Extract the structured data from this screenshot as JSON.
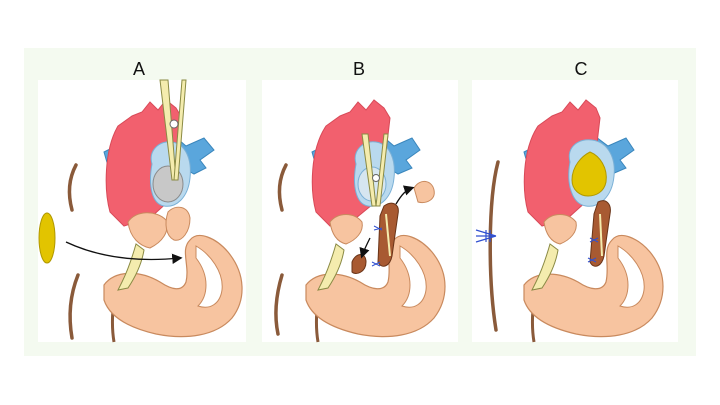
{
  "panels": [
    {
      "label": "A"
    },
    {
      "label": "B"
    },
    {
      "label": "C"
    }
  ],
  "colors": {
    "aorta": "#f2606e",
    "pulmonary": "#5aa6dc",
    "atrium": "#b9d9ee",
    "ventricle": "#f7c4a0",
    "ventricle_stroke": "#c98a5e",
    "clamp": "#f4ecae",
    "patch": "#e2c400",
    "leaflet_tissue": "#a85a32",
    "chest_wall": "#8a5a3a",
    "suture": "#3050d0",
    "background": "#f4faf0"
  }
}
